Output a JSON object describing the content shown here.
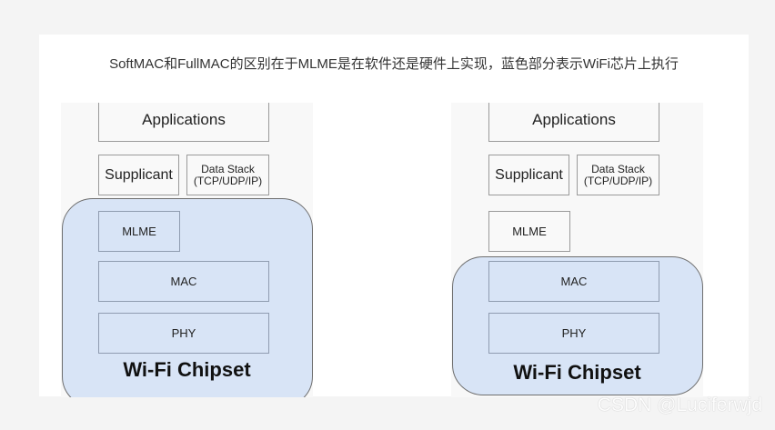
{
  "caption": "SoftMAC和FullMAC的区别在于MLME是在软件还是硬件上实现，蓝色部分表示WiFi芯片上执行",
  "diagrams": [
    {
      "applications": "Applications",
      "supplicant": "Supplicant",
      "data_stack_line1": "Data Stack",
      "data_stack_line2": "(TCP/UDP/IP)",
      "mlme": "MLME",
      "mac": "MAC",
      "phy": "PHY",
      "chipset_label": "Wi-Fi Chipset"
    },
    {
      "applications": "Applications",
      "supplicant": "Supplicant",
      "data_stack_line1": "Data Stack",
      "data_stack_line2": "(TCP/UDP/IP)",
      "mlme": "MLME",
      "mac": "MAC",
      "phy": "PHY",
      "chipset_label": "Wi-Fi Chipset"
    }
  ],
  "watermark": "CSDN @Luciferwjd",
  "colors": {
    "chip_fill": "#d8e4f6",
    "box_border": "#9a9a9a"
  }
}
